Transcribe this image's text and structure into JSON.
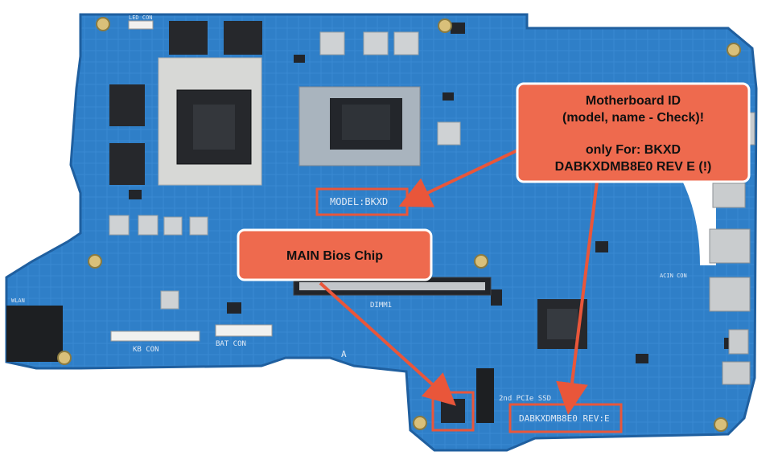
{
  "callouts": {
    "motherboard_id": {
      "line1": "Motherboard ID",
      "line2": "(model, name - Check)!",
      "line3": "only For: BKXD",
      "line4": "DABKXDMB8E0 REV E (!)"
    },
    "bios": {
      "label": "MAIN Bios Chip"
    }
  },
  "board_labels": {
    "model": "MODEL:BKXD",
    "board_id": "DABKXDMB8E0 REV:E",
    "kb_con": "KB CON",
    "bat_con": "BAT CON",
    "dimm": "DIMM1",
    "ssd": "2nd PCIe SSD",
    "led_con": "LED CON",
    "acin_con": "ACIN CON",
    "wlan": "WLAN",
    "a_mark": "A"
  },
  "colors": {
    "board": "#2f7fc8",
    "board_dark": "#1f5f9f",
    "callout_fill": "#ee6a4e",
    "callout_border": "#ffffff",
    "highlight_box": "#e9563a",
    "arrow": "#e9563a",
    "chip": "#26282c",
    "heatsink": "#d7d8d6"
  }
}
